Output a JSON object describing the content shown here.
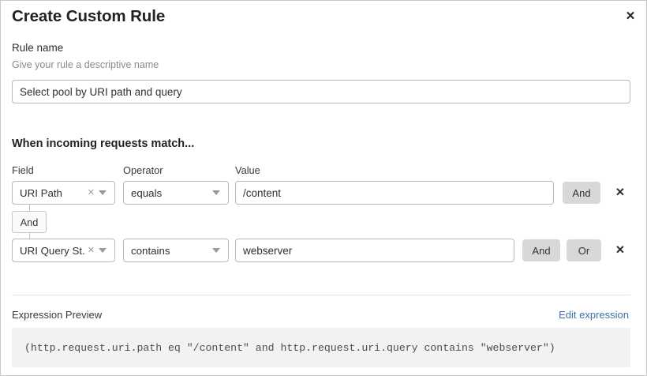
{
  "dialog": {
    "title": "Create Custom Rule",
    "close_icon": "close-icon"
  },
  "rule_name": {
    "label": "Rule name",
    "help": "Give your rule a descriptive name",
    "value": "Select pool by URI path and query",
    "placeholder": "Rule name"
  },
  "conditions_section": {
    "heading": "When incoming requests match...",
    "columns": {
      "field": "Field",
      "operator": "Operator",
      "value": "Value"
    },
    "connector": {
      "label": "And"
    },
    "rows": [
      {
        "field": "URI Path",
        "operator": "equals",
        "value": "/content",
        "value_placeholder": "Enter value",
        "clear_icon": "clear-icon",
        "chevron_icon": "chevron-down-icon",
        "and_label": "And",
        "or_label": "",
        "delete_icon": "close-icon"
      },
      {
        "field": "URI Query St...",
        "operator": "contains",
        "value": "webserver",
        "value_placeholder": "Enter value",
        "clear_icon": "clear-icon",
        "chevron_icon": "chevron-down-icon",
        "and_label": "And",
        "or_label": "Or",
        "delete_icon": "close-icon"
      }
    ]
  },
  "expression_preview": {
    "label": "Expression Preview",
    "edit_link": "Edit expression",
    "code": "(http.request.uri.path eq \"/content\" and http.request.uri.query contains \"webserver\")"
  },
  "colors": {
    "link": "#3b73a8",
    "button_gray": "#d8d8d8",
    "code_background": "#f2f2f2",
    "border": "#b9b9b9"
  }
}
